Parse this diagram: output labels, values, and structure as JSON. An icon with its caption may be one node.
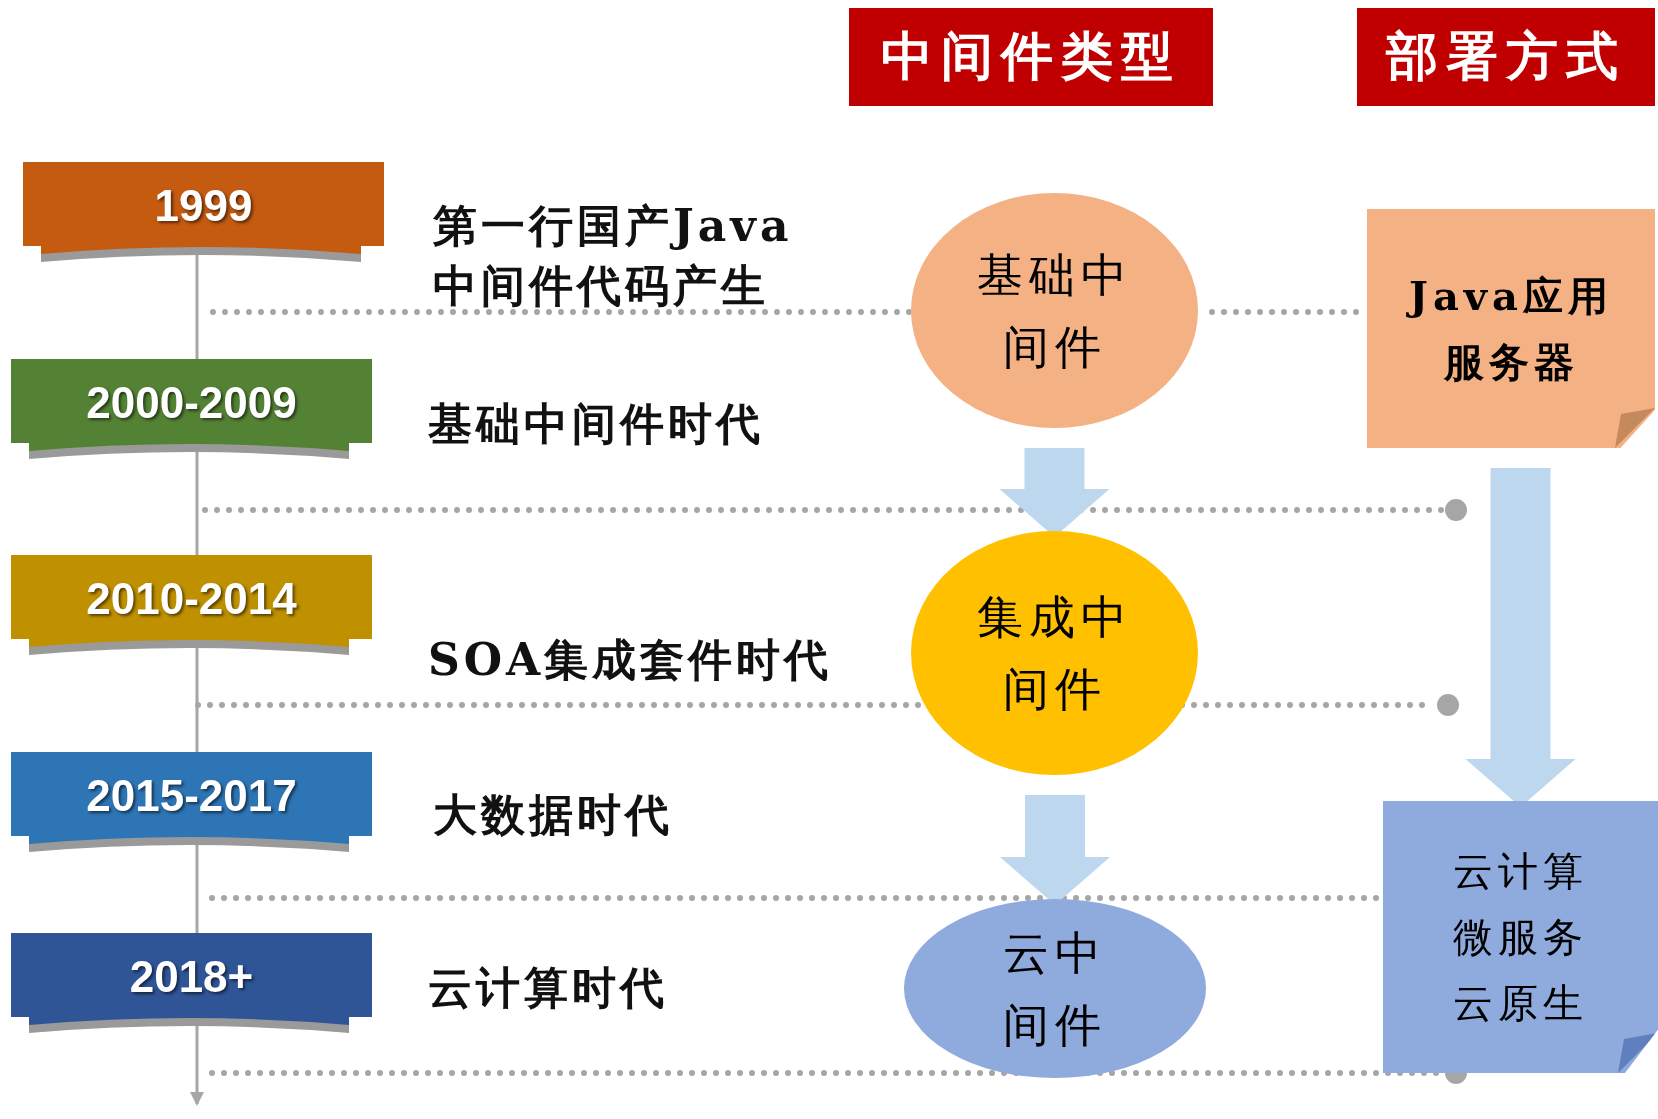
{
  "diagram": {
    "nodes": [
      {
        "text": [
          "中间件类型"
        ]
      },
      {
        "text": [
          "部署方式"
        ]
      },
      {
        "text": [
          "1999"
        ]
      },
      {
        "text": [
          "2000-2009"
        ]
      },
      {
        "text": [
          "2010-2014"
        ]
      },
      {
        "text": [
          "2015-2017"
        ]
      },
      {
        "text": [
          "2018+"
        ]
      },
      {
        "text": [
          "基础中间件"
        ]
      },
      {
        "text": [
          "集成中间件"
        ]
      },
      {
        "text": [
          "云中间件"
        ]
      },
      {
        "text": [
          "Java应用服务器"
        ]
      },
      {
        "text": [
          "云计算微服务云原生"
        ]
      }
    ],
    "edges": [
      {
        "from": 7,
        "to": 8,
        "arrow": "to"
      },
      {
        "from": 8,
        "to": 9,
        "arrow": "to"
      },
      {
        "from": 10,
        "to": 11,
        "arrow": "to"
      }
    ],
    "labels": [
      "第一行国产Java中间件代码产生",
      "基础中间件时代",
      "SOA集成套件时代",
      "大数据时代",
      "云计算时代"
    ]
  }
}
